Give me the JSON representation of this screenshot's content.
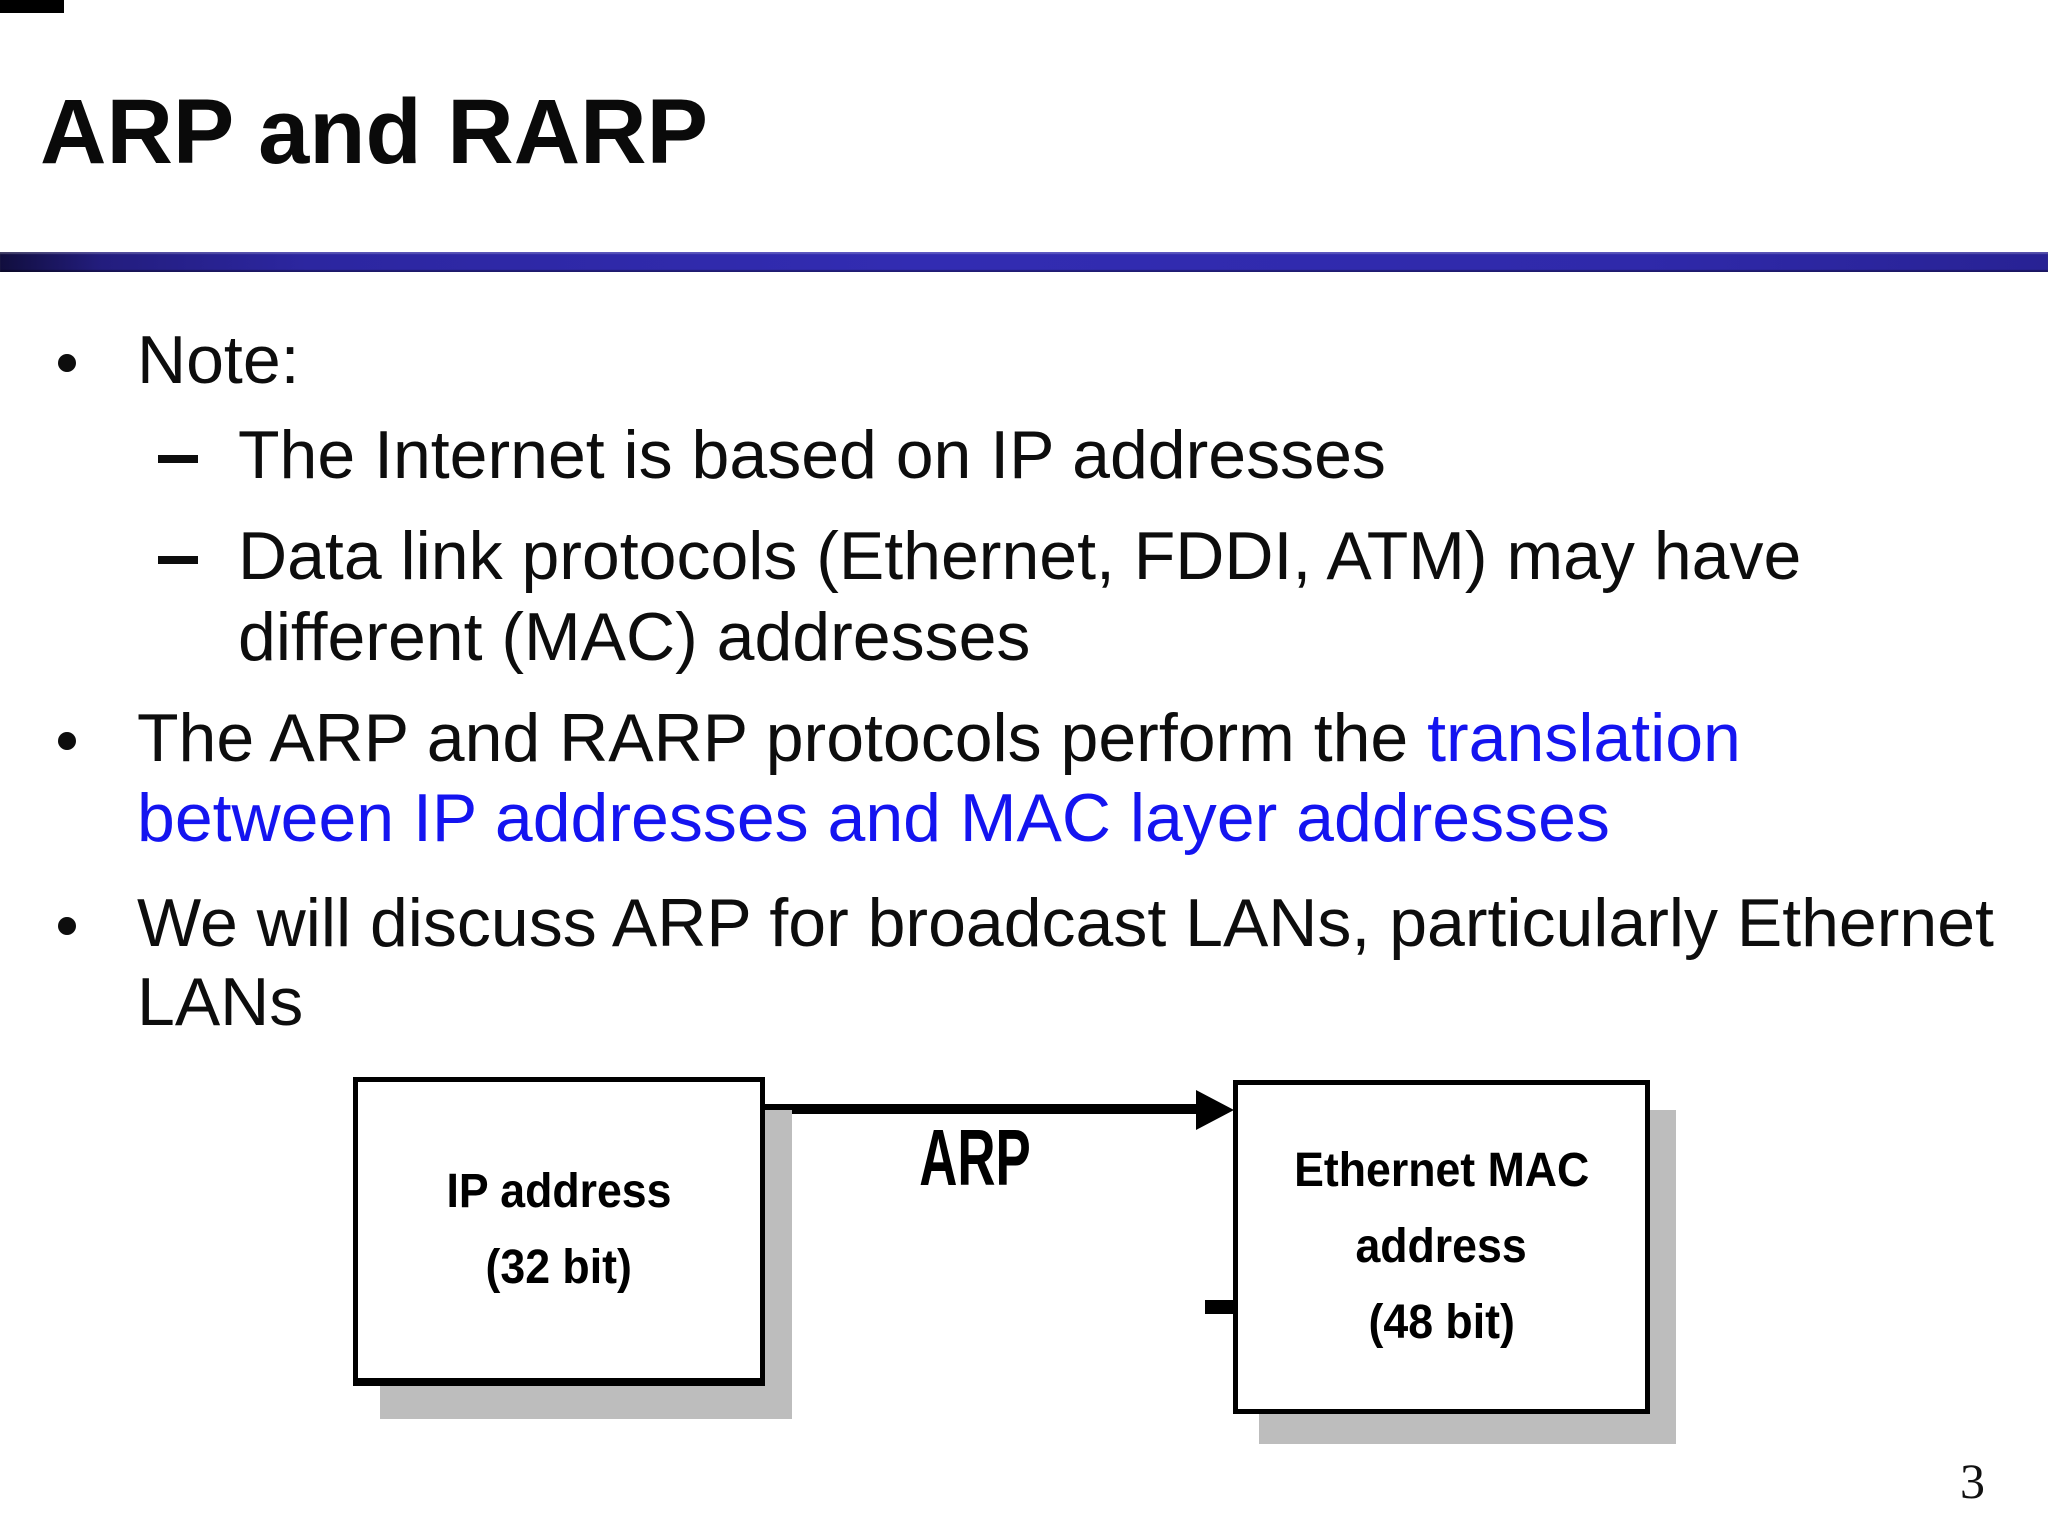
{
  "title": "ARP and RARP",
  "page_number": "3",
  "bullets": {
    "note": "Note:",
    "sub1": "The Internet is based on IP addresses",
    "sub2_line1": "Data link protocols (Ethernet, FDDI, ATM) may have",
    "sub2_line2": "different (MAC) addresses",
    "b2_line1_black": "The ARP and RARP protocols perform the ",
    "b2_line1_blue": "translation",
    "b2_line2_blue": "between IP addresses and MAC layer addresses",
    "b3_line1": "We will discuss ARP for broadcast LANs, particularly Ethernet",
    "b3_line2": "LANs"
  },
  "diagram": {
    "left_box": {
      "line1": "IP address",
      "line2": "(32 bit)"
    },
    "arrow_label": "ARP",
    "right_box": {
      "line1": "Ethernet MAC",
      "line2": "address",
      "line3": "(48 bit)"
    }
  },
  "colors": {
    "highlight_blue": "#1414f0",
    "rule_blue": "#2c26a0",
    "shadow_gray": "#bdbdbd",
    "text_black": "#0d0d0d"
  }
}
